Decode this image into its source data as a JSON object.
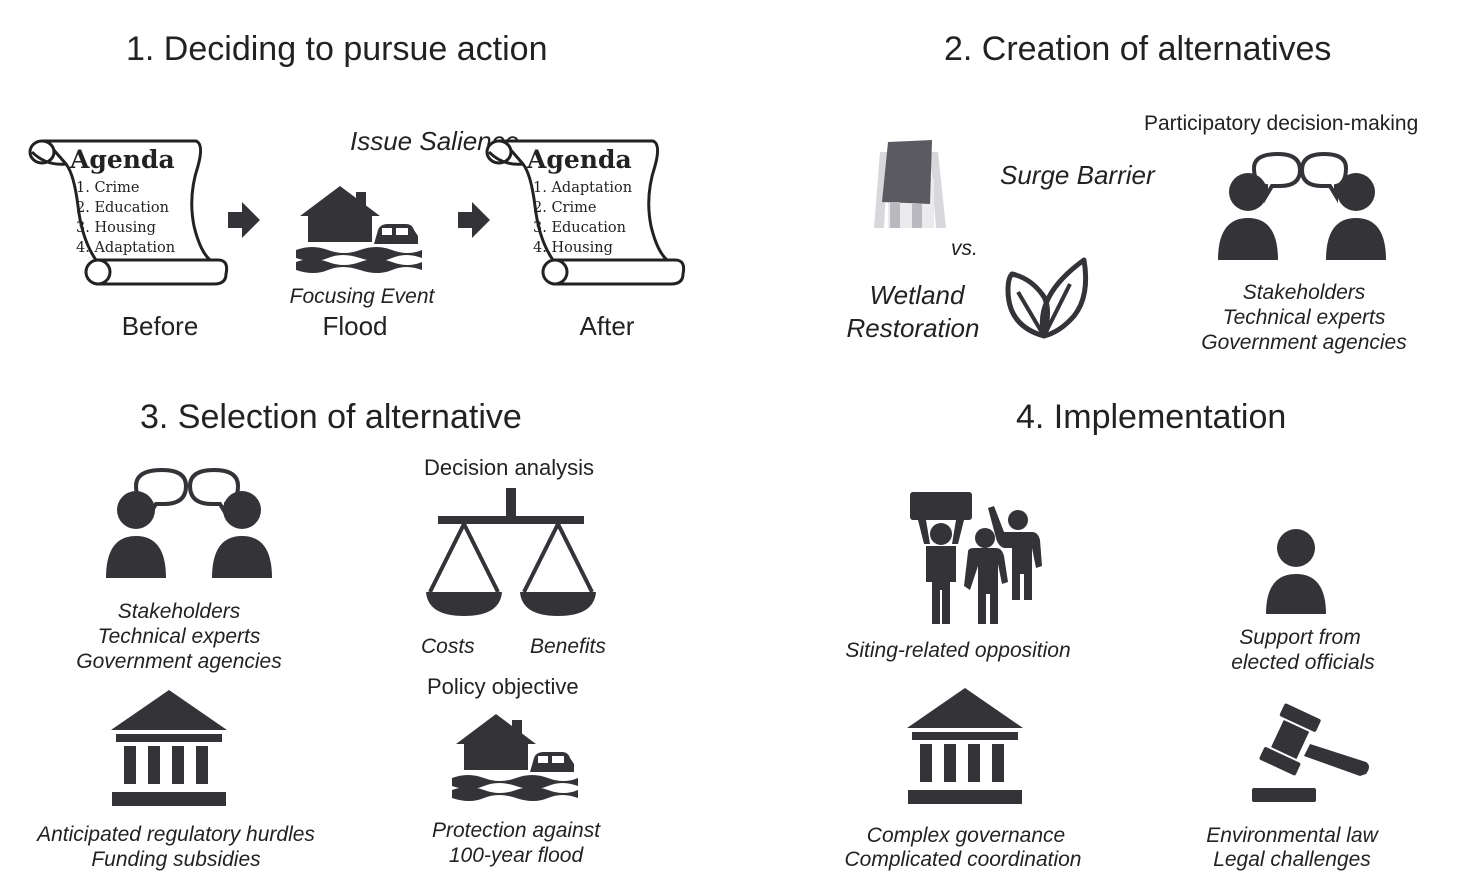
{
  "panel1": {
    "title": "1. Deciding to pursue action",
    "issue_salience": "Issue Salience",
    "agenda_before": {
      "heading": "Agenda",
      "items": [
        "1. Crime",
        "2. Education",
        "3. Housing",
        "4. Adaptation"
      ]
    },
    "agenda_after": {
      "heading": "Agenda",
      "items": [
        "1. Adaptation",
        "2. Crime",
        "3. Education",
        "4. Housing"
      ]
    },
    "focusing_event": "Focusing Event",
    "label_before": "Before",
    "label_flood": "Flood",
    "label_after": "After"
  },
  "panel2": {
    "title": "2. Creation of alternatives",
    "surge_barrier": "Surge Barrier",
    "vs": "vs.",
    "wetland_line1": "Wetland",
    "wetland_line2": "Restoration",
    "participatory": "Participatory decision-making",
    "actors": [
      "Stakeholders",
      "Technical experts",
      "Government agencies"
    ]
  },
  "panel3": {
    "title": "3. Selection of alternative",
    "actors": [
      "Stakeholders",
      "Technical experts",
      "Government agencies"
    ],
    "decision_analysis": "Decision analysis",
    "costs": "Costs",
    "benefits": "Benefits",
    "policy_objective": "Policy objective",
    "hurdles": [
      "Anticipated regulatory hurdles",
      "Funding subsidies"
    ],
    "protection": [
      "Protection against",
      "100-year flood"
    ]
  },
  "panel4": {
    "title": "4. Implementation",
    "opposition": "Siting-related opposition",
    "support": [
      "Support from",
      "elected officials"
    ],
    "governance": [
      "Complex governance",
      "Complicated coordination"
    ],
    "law": [
      "Environmental law",
      "Legal challenges"
    ]
  },
  "colors": {
    "icon": "#333338",
    "text": "#222222"
  }
}
